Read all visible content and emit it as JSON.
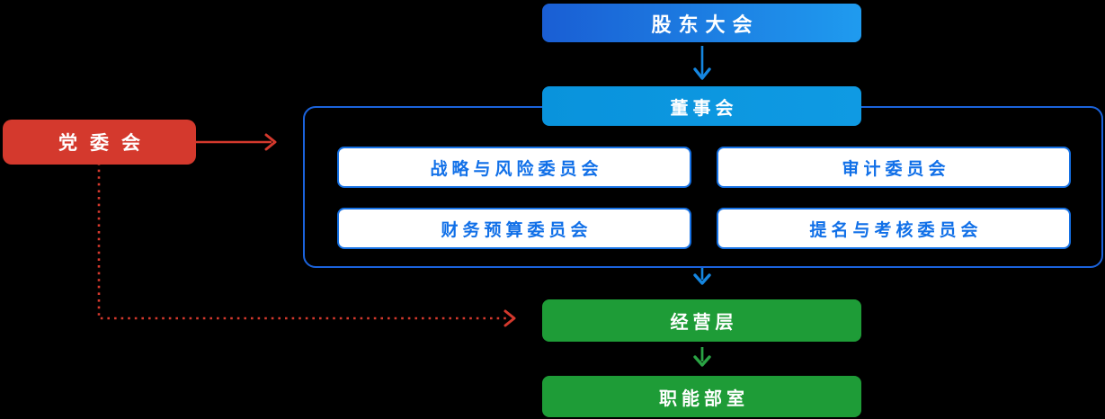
{
  "nodes": {
    "shareholders_meeting": {
      "label": "股东大会"
    },
    "board_of_directors": {
      "label": "董事会"
    },
    "party_committee": {
      "label": "党委会"
    },
    "committees": [
      {
        "label": "战略与风险委员会"
      },
      {
        "label": "审计委员会"
      },
      {
        "label": "财务预算委员会"
      },
      {
        "label": "提名与考核委员会"
      }
    ],
    "management": {
      "label": "经营层"
    },
    "functional_departments": {
      "label": "职能部室"
    }
  },
  "edges": [
    {
      "from": "股东大会",
      "to": "董事会",
      "style": "solid",
      "color": "#1586e0"
    },
    {
      "from": "董事会",
      "to": "经营层",
      "style": "solid",
      "color": "#1586e0"
    },
    {
      "from": "经营层",
      "to": "职能部室",
      "style": "solid",
      "color": "#2aa344"
    },
    {
      "from": "党委会",
      "to": "董事会委员会组",
      "style": "solid",
      "color": "#d4392d"
    },
    {
      "from": "党委会",
      "to": "经营层",
      "style": "dotted",
      "color": "#d4392d"
    }
  ],
  "colors": {
    "background": "#000000",
    "shareholders_gradient_start": "#1a5ed4",
    "shareholders_gradient_end": "#1f9bef",
    "board_blue": "#0d97e0",
    "committee_border": "#1671e4",
    "committee_text": "#1170e8",
    "group_frame_border": "#1b63dc",
    "green": "#1e9c37",
    "red": "#d4392d",
    "arrow_blue": "#1586e0",
    "arrow_green": "#2aa344"
  }
}
